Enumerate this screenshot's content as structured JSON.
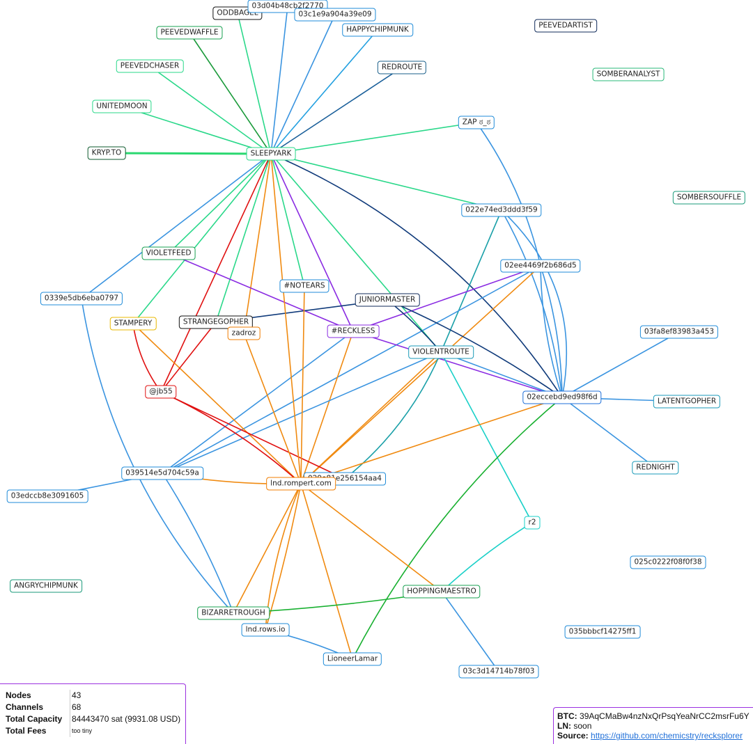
{
  "graph": {
    "nodes": [
      {
        "id": "ODDBAGEL",
        "label": "ODDBAGEL",
        "color": "#111111"
      },
      {
        "id": "03d04b48cb2f2770",
        "label": "03d04b48cb2f2770",
        "color": "#1f8bd8"
      },
      {
        "id": "03c1e9a904a39e09",
        "label": "03c1e9a904a39e09",
        "color": "#1f8bd8"
      },
      {
        "id": "PEEVEDWAFFLE",
        "label": "PEEVEDWAFFLE",
        "color": "#18a050"
      },
      {
        "id": "HAPPYCHIPMUNK",
        "label": "HAPPYCHIPMUNK",
        "color": "#1f8bd8"
      },
      {
        "id": "PEEVEDARTIST",
        "label": "PEEVEDARTIST",
        "color": "#0f2a5a"
      },
      {
        "id": "PEEVEDCHASER",
        "label": "PEEVEDCHASER",
        "color": "#2ad88a"
      },
      {
        "id": "REDROUTE",
        "label": "REDROUTE",
        "color": "#1a5f8a"
      },
      {
        "id": "SOMBERANALYST",
        "label": "SOMBERANALYST",
        "color": "#2ab87a"
      },
      {
        "id": "UNITEDMOON",
        "label": "UNITEDMOON",
        "color": "#2ad88a"
      },
      {
        "id": "ZAP",
        "label": "ZAP ಠ_ಠ",
        "color": "#1f8bd8"
      },
      {
        "id": "KRYP.TO",
        "label": "KRYP.TO",
        "color": "#0e5a2e"
      },
      {
        "id": "SLEEPYARK",
        "label": "SLEEPYARK",
        "color": "#2ad88a"
      },
      {
        "id": "SOMBERSOUFFLE",
        "label": "SOMBERSOUFFLE",
        "color": "#1a9a7a"
      },
      {
        "id": "022e74ed3ddd3f59",
        "label": "022e74ed3ddd3f59",
        "color": "#1f8bd8"
      },
      {
        "id": "VIOLETFEED",
        "label": "VIOLETFEED",
        "color": "#18a050"
      },
      {
        "id": "02ee4469f2b686d5",
        "label": "02ee4469f2b686d5",
        "color": "#1f8bd8"
      },
      {
        "id": "#NOTEARS",
        "label": "#NOTEARS",
        "color": "#1f8bd8"
      },
      {
        "id": "0339e5db6eba0797",
        "label": "0339e5db6eba0797",
        "color": "#1f8bd8"
      },
      {
        "id": "JUNIORMASTER",
        "label": "JUNIORMASTER",
        "color": "#0f2a5a"
      },
      {
        "id": "STAMPERY",
        "label": "STAMPERY",
        "color": "#e8b800"
      },
      {
        "id": "STRANGEGOPHER",
        "label": "STRANGEGOPHER",
        "color": "#111111"
      },
      {
        "id": "zadroz",
        "label": "zadroz",
        "color": "#f07d00"
      },
      {
        "id": "#RECKLESS",
        "label": "#RECKLESS",
        "color": "#8a2be2"
      },
      {
        "id": "03fa8ef83983a453",
        "label": "03fa8ef83983a453",
        "color": "#1f8bd8"
      },
      {
        "id": "VIOLENTROUTE",
        "label": "VIOLENTROUTE",
        "color": "#1a9ab8"
      },
      {
        "id": "@jb55",
        "label": "@jb55",
        "color": "#e01010"
      },
      {
        "id": "02eccebd9ed98f6d",
        "label": "02eccebd9ed98f6d",
        "color": "#1f6fd8"
      },
      {
        "id": "LATENTGOPHER",
        "label": "LATENTGOPHER",
        "color": "#1a9ab8"
      },
      {
        "id": "REDNIGHT",
        "label": "REDNIGHT",
        "color": "#1a9ab8"
      },
      {
        "id": "039514e5d704c59a",
        "label": "039514e5d704c59a",
        "color": "#1f8bd8"
      },
      {
        "id": "029e81c",
        "label": "029e81e256154aa4",
        "color": "#1f8bd8"
      },
      {
        "id": "lnd.rompert.com",
        "label": "lnd.rompert.com",
        "color": "#f07d00"
      },
      {
        "id": "03edccb8e3091605",
        "label": "03edccb8e3091605",
        "color": "#1f8bd8"
      },
      {
        "id": "r2",
        "label": "r2",
        "color": "#1ad0c8"
      },
      {
        "id": "025c0222f08f0f38",
        "label": "025c0222f08f0f38",
        "color": "#1f8bd8"
      },
      {
        "id": "ANGRYCHIPMUNK",
        "label": "ANGRYCHIPMUNK",
        "color": "#1a9a7a"
      },
      {
        "id": "HOPPINGMAESTRO",
        "label": "HOPPINGMAESTRO",
        "color": "#18a050"
      },
      {
        "id": "BIZARRETROUGH",
        "label": "BIZARRETROUGH",
        "color": "#18a050"
      },
      {
        "id": "lnd.rows.io",
        "label": "lnd.rows.io",
        "color": "#1f8bd8"
      },
      {
        "id": "035bbbcf14275ff1",
        "label": "035bbbcf14275ff1",
        "color": "#1f8bd8"
      },
      {
        "id": "LioneerLamar",
        "label": "LioneerLamar",
        "color": "#1f8bd8"
      },
      {
        "id": "03c3d14714b78f03",
        "label": "03c3d14714b78f03",
        "color": "#1f8bd8"
      }
    ],
    "edges": [
      {
        "s": "SLEEPYARK",
        "t": "ODDBAGEL",
        "c": "#2ad88a"
      },
      {
        "s": "SLEEPYARK",
        "t": "03d04b48cb2f2770",
        "c": "#3a94e0"
      },
      {
        "s": "SLEEPYARK",
        "t": "03c1e9a904a39e09",
        "c": "#3a94e0"
      },
      {
        "s": "SLEEPYARK",
        "t": "PEEVEDWAFFLE",
        "c": "#1a9a3a"
      },
      {
        "s": "SLEEPYARK",
        "t": "HAPPYCHIPMUNK",
        "c": "#22a0e0"
      },
      {
        "s": "SLEEPYARK",
        "t": "REDROUTE",
        "c": "#1a5f9a"
      },
      {
        "s": "SLEEPYARK",
        "t": "PEEVEDCHASER",
        "c": "#2ad88a"
      },
      {
        "s": "SLEEPYARK",
        "t": "UNITEDMOON",
        "c": "#2ad88a"
      },
      {
        "s": "SLEEPYARK",
        "t": "KRYP.TO",
        "c": "#2ad870",
        "w": 3
      },
      {
        "s": "SLEEPYARK",
        "t": "ZAP",
        "c": "#2ad88a"
      },
      {
        "s": "SLEEPYARK",
        "t": "022e74ed3ddd3f59",
        "c": "#2ad88a"
      },
      {
        "s": "SLEEPYARK",
        "t": "VIOLETFEED",
        "c": "#2ad88a"
      },
      {
        "s": "SLEEPYARK",
        "t": "STAMPERY",
        "c": "#2ad88a"
      },
      {
        "s": "SLEEPYARK",
        "t": "0339e5db6eba0797",
        "c": "#3a94e0"
      },
      {
        "s": "SLEEPYARK",
        "t": "#NOTEARS",
        "c": "#2ad88a"
      },
      {
        "s": "SLEEPYARK",
        "t": "STRANGEGOPHER",
        "c": "#2ad88a"
      },
      {
        "s": "SLEEPYARK",
        "t": "zadroz",
        "c": "#f08a10"
      },
      {
        "s": "SLEEPYARK",
        "t": "@jb55",
        "c": "#e01010"
      },
      {
        "s": "SLEEPYARK",
        "t": "#RECKLESS",
        "c": "#8a2be2"
      },
      {
        "s": "SLEEPYARK",
        "t": "VIOLENTROUTE",
        "c": "#2ad88a"
      },
      {
        "s": "SLEEPYARK",
        "t": "02eccebd9ed98f6d",
        "c": "#0f3a7a",
        "curve": -30
      },
      {
        "s": "ZAP",
        "t": "02ee4469f2b686d5",
        "c": "#3a94e0",
        "curve": -20
      },
      {
        "s": "022e74ed3ddd3f59",
        "t": "02eccebd9ed98f6d",
        "c": "#3a94e0",
        "curve": -20
      },
      {
        "s": "022e74ed3ddd3f59",
        "t": "02eccebd9ed98f6d",
        "c": "#3a94e0",
        "curve": -55
      },
      {
        "s": "022e74ed3ddd3f59",
        "t": "VIOLENTROUTE",
        "c": "#1aa0a8"
      },
      {
        "s": "02ee4469f2b686d5",
        "t": "02eccebd9ed98f6d",
        "c": "#3a94e0",
        "curve": 15
      },
      {
        "s": "02ee4469f2b686d5",
        "t": "02eccebd9ed98f6d",
        "c": "#3a94e0",
        "curve": -15
      },
      {
        "s": "02ee4469f2b686d5",
        "t": "#RECKLESS",
        "c": "#8a2be2"
      },
      {
        "s": "02ee4469f2b686d5",
        "t": "lnd.rompert.com",
        "c": "#f08a10"
      },
      {
        "s": "02ee4469f2b686d5",
        "t": "039514e5d704c59a",
        "c": "#3a94e0"
      },
      {
        "s": "VIOLETFEED",
        "t": "#RECKLESS",
        "c": "#8a2be2"
      },
      {
        "s": "STRANGEGOPHER",
        "t": "JUNIORMASTER",
        "c": "#0f3a7a"
      },
      {
        "s": "JUNIORMASTER",
        "t": "02eccebd9ed98f6d",
        "c": "#0f3a7a",
        "curve": -10
      },
      {
        "s": "JUNIORMASTER",
        "t": "VIOLENTROUTE",
        "c": "#0f3a7a",
        "curve": -10
      },
      {
        "s": "#RECKLESS",
        "t": "02eccebd9ed98f6d",
        "c": "#8a2be2"
      },
      {
        "s": "#RECKLESS",
        "t": "lnd.rompert.com",
        "c": "#f08a10"
      },
      {
        "s": "#RECKLESS",
        "t": "039514e5d704c59a",
        "c": "#3a94e0"
      },
      {
        "s": "VIOLENTROUTE",
        "t": "02eccebd9ed98f6d",
        "c": "#3a94e0"
      },
      {
        "s": "VIOLENTROUTE",
        "t": "039514e5d704c59a",
        "c": "#3a94e0"
      },
      {
        "s": "VIOLENTROUTE",
        "t": "029e81c",
        "c": "#1aa0a8",
        "curve": -25
      },
      {
        "s": "VIOLENTROUTE",
        "t": "r2",
        "c": "#1ad0c8"
      },
      {
        "s": "VIOLENTROUTE",
        "t": "lnd.rompert.com",
        "c": "#f08a10"
      },
      {
        "s": "02eccebd9ed98f6d",
        "t": "03fa8ef83983a453",
        "c": "#3a94e0"
      },
      {
        "s": "02eccebd9ed98f6d",
        "t": "LATENTGOPHER",
        "c": "#3a94e0"
      },
      {
        "s": "02eccebd9ed98f6d",
        "t": "REDNIGHT",
        "c": "#3a94e0"
      },
      {
        "s": "02eccebd9ed98f6d",
        "t": "lnd.rompert.com",
        "c": "#f08a10"
      },
      {
        "s": "02eccebd9ed98f6d",
        "t": "LioneerLamar",
        "c": "#18b030",
        "curve": 20
      },
      {
        "s": "STAMPERY",
        "t": "@jb55",
        "c": "#e01010",
        "curve": 25
      },
      {
        "s": "STAMPERY",
        "t": "lnd.rompert.com",
        "c": "#f08a10"
      },
      {
        "s": "STRANGEGOPHER",
        "t": "@jb55",
        "c": "#e01010"
      },
      {
        "s": "@jb55",
        "t": "lnd.rompert.com",
        "c": "#e01010",
        "curve": -15
      },
      {
        "s": "@jb55",
        "t": "029e81c",
        "c": "#e01010"
      },
      {
        "s": "zadroz",
        "t": "lnd.rompert.com",
        "c": "#f08a10"
      },
      {
        "s": "#NOTEARS",
        "t": "lnd.rompert.com",
        "c": "#f08a10"
      },
      {
        "s": "0339e5db6eba0797",
        "t": "BIZARRETROUGH",
        "c": "#3a94e0",
        "curve": 30
      },
      {
        "s": "039514e5d704c59a",
        "t": "03edccb8e3091605",
        "c": "#3a94e0"
      },
      {
        "s": "039514e5d704c59a",
        "t": "lnd.rompert.com",
        "c": "#f08a10",
        "curve": 10
      },
      {
        "s": "039514e5d704c59a",
        "t": "BIZARRETROUGH",
        "c": "#3a94e0",
        "curve": -10
      },
      {
        "s": "lnd.rompert.com",
        "t": "lnd.rows.io",
        "c": "#f08a10",
        "curve": 15
      },
      {
        "s": "lnd.rompert.com",
        "t": "lnd.rows.io",
        "c": "#f08a10",
        "curve": -5
      },
      {
        "s": "lnd.rompert.com",
        "t": "BIZARRETROUGH",
        "c": "#f08a10"
      },
      {
        "s": "lnd.rompert.com",
        "t": "LioneerLamar",
        "c": "#f08a10"
      },
      {
        "s": "lnd.rompert.com",
        "t": "HOPPINGMAESTRO",
        "c": "#f08a10"
      },
      {
        "s": "HOPPINGMAESTRO",
        "t": "BIZARRETROUGH",
        "c": "#18b030",
        "curve": -5
      },
      {
        "s": "HOPPINGMAESTRO",
        "t": "r2",
        "c": "#1ad0c8",
        "curve": -10
      },
      {
        "s": "HOPPINGMAESTRO",
        "t": "03c3d14714b78f03",
        "c": "#3a94e0"
      },
      {
        "s": "lnd.rows.io",
        "t": "LioneerLamar",
        "c": "#3a94e0",
        "curve": -10
      },
      {
        "s": "SLEEPYARK",
        "t": "lnd.rompert.com",
        "c": "#f08a10",
        "curve": 0
      }
    ]
  },
  "stats": {
    "nodes_label": "Nodes",
    "nodes": "43",
    "channels_label": "Channels",
    "channels": "68",
    "capacity_label": "Total Capacity",
    "capacity": "84443470 sat (9931.08 USD)",
    "fees_label": "Total Fees",
    "fees": "too tiny"
  },
  "donate": {
    "btc_label": "BTC:",
    "btc": "39AqCMaBw4nzNxQrPsqYeaNrCC2msrFu6Y",
    "ln_label": "LN:",
    "ln": "soon",
    "source_label": "Source:",
    "source": "https://github.com/chemicstry/recksplorer"
  }
}
